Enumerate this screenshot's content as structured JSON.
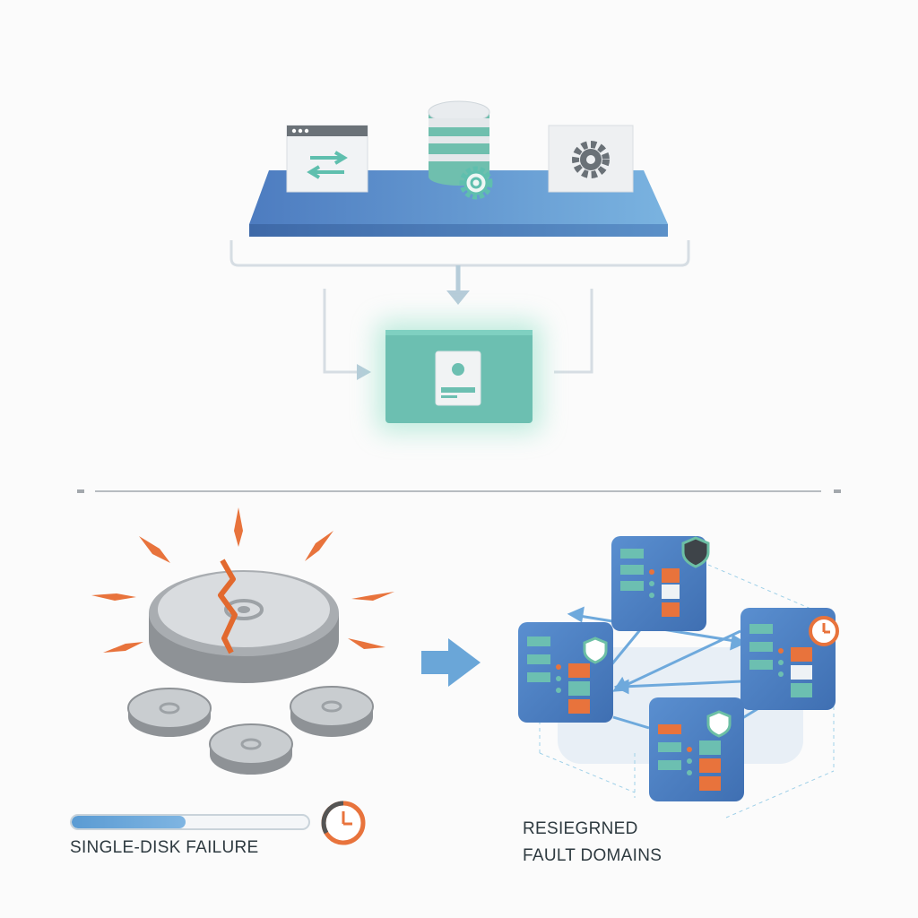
{
  "failure": {
    "label": "SINGLE-DISK FAILURE",
    "progress": 0.48,
    "timer_icon": "clock-icon"
  },
  "fault_domains": {
    "label_line1": "RESIEGRNED",
    "label_line2": "FAULT DOMAINS",
    "node_icons": [
      "shield-icon",
      "clock-icon"
    ]
  },
  "top_platform": {
    "icons": [
      "app-window-icon",
      "database-icon",
      "gear-icon"
    ]
  },
  "target_volume": {
    "icon": "disk-icon"
  },
  "colors": {
    "platform_blue": "#4f7fc0",
    "volume_teal": "#6cbfb1",
    "alert_orange": "#e8733c",
    "server_blue": "#4a7fc4",
    "shield_green": "#6cbfa5"
  }
}
